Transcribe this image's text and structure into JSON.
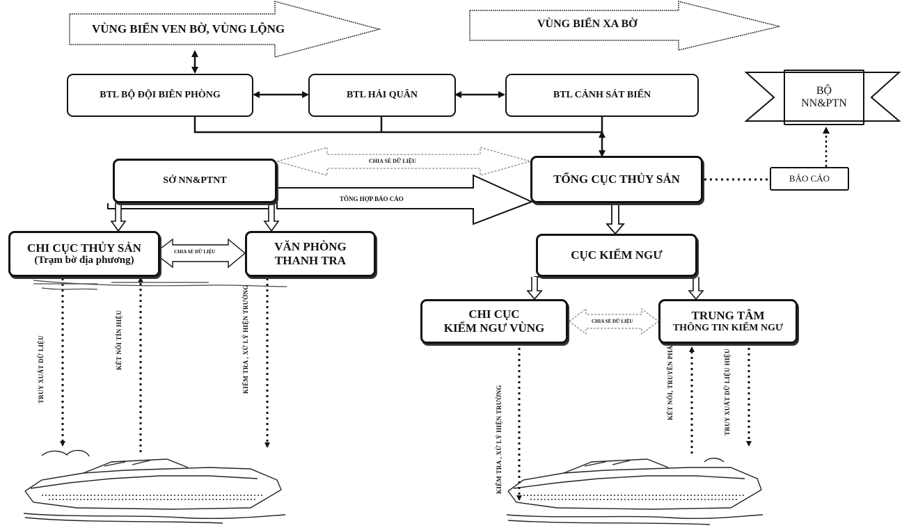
{
  "zones": {
    "nearshore": "VÙNG BIỂN VEN BỜ, VÙNG LỘNG",
    "offshore": "VÙNG BIỂN XA BỜ"
  },
  "nodes": {
    "bien_phong": "BTL BỘ ĐỘI BIÊN PHÒNG",
    "hai_quan": "BTL HẢI QUÂN",
    "canh_sat_bien": "BTL CẢNH SÁT BIỂN",
    "bo_line1": "BỘ",
    "bo_line2": "NN&PTN",
    "so_nnptnt": "SỞ NN&PTNT",
    "tong_cuc": "TỔNG CỤC THỦY SẢN",
    "bao_cao": "BÁO CÁO",
    "chi_cuc_ts_line1": "CHI CỤC THỦY SẢN",
    "chi_cuc_ts_line2": "(Trạm bờ địa phương)",
    "van_phong_line1": "VĂN PHÒNG",
    "van_phong_line2": "THANH TRA",
    "cuc_kiem_ngu": "CỤC KIỂM NGƯ",
    "chi_cuc_kn_line1": "CHI CỤC",
    "chi_cuc_kn_line2": "KIỂM NGƯ VÙNG",
    "trung_tam_line1": "TRUNG TÂM",
    "trung_tam_line2": "THÔNG TIN KIỂM NGƯ"
  },
  "edge_labels": {
    "chia_se_1": "CHIA SẺ DỮ LIỆU",
    "tong_hop": "TỔNG HỢP BÁO CÁO",
    "chia_se_2": "CHIA SẺ DỮ LIỆU",
    "chia_se_3": "CHIA SẺ DỮ LIỆU",
    "truy_xuat_1": "TRUY XUẤT DỮ LIỆU",
    "ket_noi_1": "KẾT NỐI TÍN HIỆU",
    "kiem_tra_1": "KIỂM TRA , XỬ LÝ HIỆN TRƯỜNG",
    "kiem_tra_2": "KIỂM TRA , XỬ LÝ HIỆN TRƯỜNG",
    "ket_noi_2": "KẾT NỐI, TRUYỀN PHÁT",
    "truy_xuat_2": "TRUY XUẤT DỮ LIỆU HIỆU"
  }
}
